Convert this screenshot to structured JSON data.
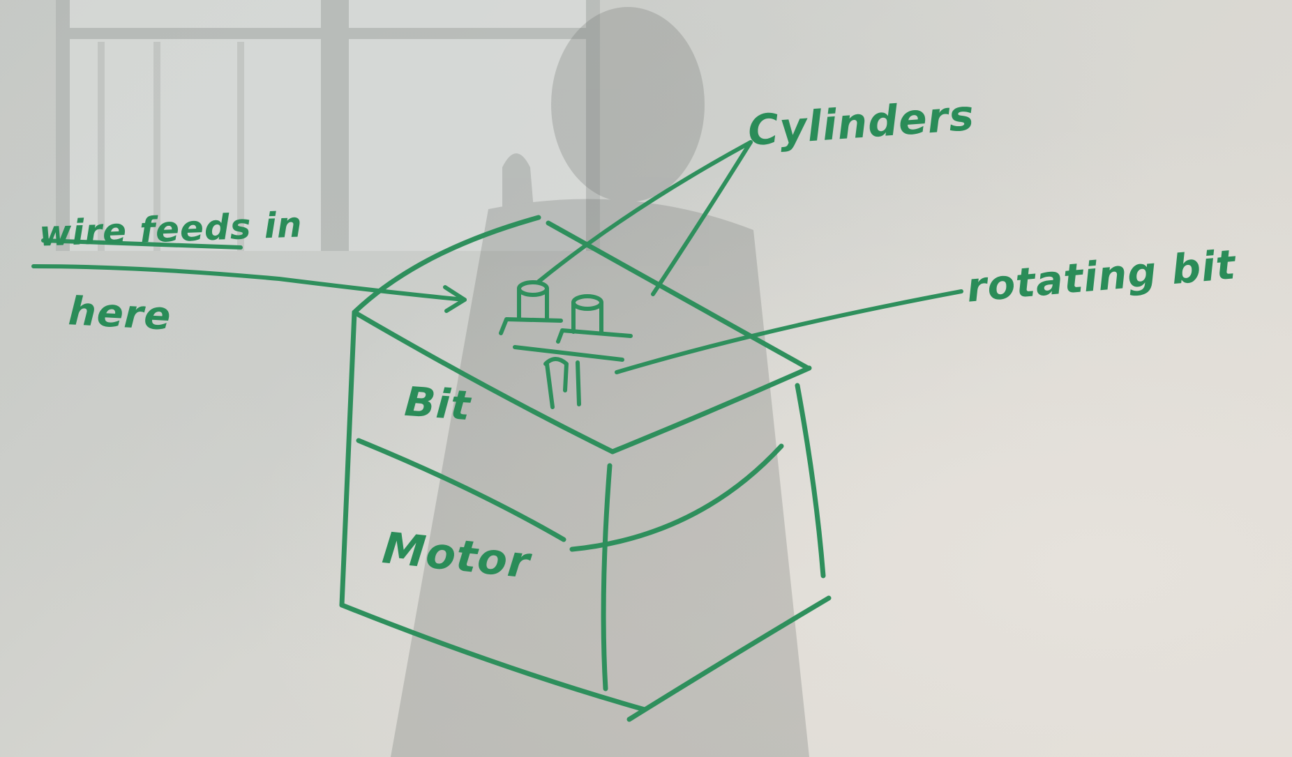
{
  "labels": {
    "cylinders": "Cylinders",
    "wire_feeds_in": "wire feeds in",
    "here": "here",
    "rotating_bit": "rotating bit",
    "bit": "Bit",
    "motor": "Motor"
  },
  "colors": {
    "ink": "#2e8f5c",
    "board": "#d6d6d1"
  }
}
